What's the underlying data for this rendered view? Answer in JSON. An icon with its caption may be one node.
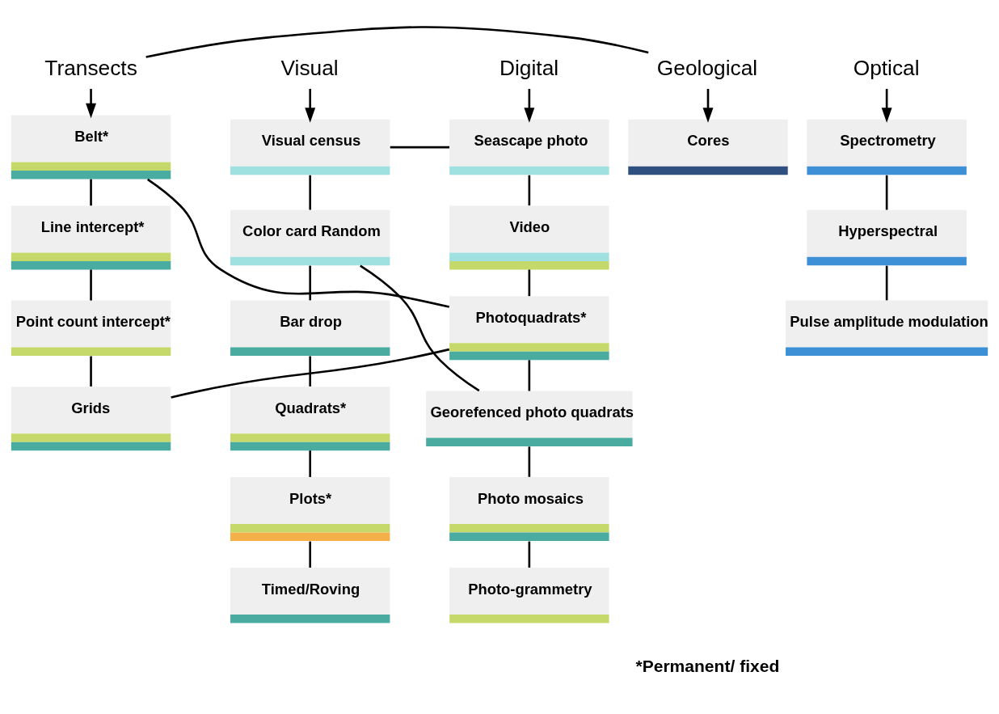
{
  "diagram": {
    "nodes": [
      {
        "text": [
          "Transects"
        ]
      },
      {
        "text": [
          "Digital"
        ]
      },
      {
        "text": [
          "Visual"
        ]
      },
      {
        "text": [
          "Optical"
        ]
      },
      {
        "text": [
          "Geological"
        ]
      },
      {
        "text": [
          "Belt*"
        ]
      },
      {
        "text": [
          "Line intercept*"
        ]
      },
      {
        "text": [
          "Point count intercept*"
        ]
      },
      {
        "text": [
          "Grids"
        ]
      },
      {
        "text": [
          "Seascape photo"
        ]
      },
      {
        "text": [
          "Video"
        ]
      },
      {
        "text": [
          "Photoquadrats*"
        ]
      },
      {
        "text": [
          "Georefenced photo quadrats"
        ]
      },
      {
        "text": [
          "Photo mosaics"
        ]
      },
      {
        "text": [
          "Photo-grammetry"
        ]
      },
      {
        "text": [
          "Visual census"
        ]
      },
      {
        "text": [
          "Color card Random"
        ]
      },
      {
        "text": [
          "Bar drop"
        ]
      },
      {
        "text": [
          "Quadrats*"
        ]
      },
      {
        "text": [
          "Plots*"
        ]
      },
      {
        "text": [
          "Timed/Roving"
        ]
      },
      {
        "text": [
          "Spectrometry"
        ]
      },
      {
        "text": [
          "Hyperspectral"
        ]
      },
      {
        "text": [
          "Pulse amplitude modulation"
        ]
      },
      {
        "text": [
          "Cores"
        ]
      }
    ],
    "edges": [
      {
        "from": 0,
        "to": 4,
        "arrow": "none"
      },
      {
        "from": 0,
        "to": 5,
        "arrow": "to"
      },
      {
        "from": 1,
        "to": 9,
        "arrow": "to"
      },
      {
        "from": 2,
        "to": 15,
        "arrow": "to"
      },
      {
        "from": 3,
        "to": 21,
        "arrow": "to"
      },
      {
        "from": 4,
        "to": 24,
        "arrow": "to"
      },
      {
        "from": 5,
        "to": 6,
        "arrow": "none"
      },
      {
        "from": 6,
        "to": 7,
        "arrow": "none"
      },
      {
        "from": 7,
        "to": 8,
        "arrow": "none"
      },
      {
        "from": 5,
        "to": 11,
        "arrow": "none"
      },
      {
        "from": 11,
        "to": 8,
        "arrow": "none"
      },
      {
        "from": 9,
        "to": 15,
        "arrow": "none"
      },
      {
        "from": 9,
        "to": 10,
        "arrow": "none"
      },
      {
        "from": 10,
        "to": 11,
        "arrow": "none"
      },
      {
        "from": 11,
        "to": 12,
        "arrow": "none"
      },
      {
        "from": 12,
        "to": 13,
        "arrow": "none"
      },
      {
        "from": 13,
        "to": 14,
        "arrow": "none"
      },
      {
        "from": 16,
        "to": 12,
        "arrow": "none"
      },
      {
        "from": 15,
        "to": 16,
        "arrow": "none"
      },
      {
        "from": 16,
        "to": 17,
        "arrow": "none"
      },
      {
        "from": 17,
        "to": 18,
        "arrow": "none"
      },
      {
        "from": 18,
        "to": 19,
        "arrow": "none"
      },
      {
        "from": 19,
        "to": 20,
        "arrow": "none"
      },
      {
        "from": 21,
        "to": 22,
        "arrow": "none"
      },
      {
        "from": 22,
        "to": 23,
        "arrow": "none"
      }
    ],
    "labels": [
      "*Permanent/ fixed"
    ]
  }
}
